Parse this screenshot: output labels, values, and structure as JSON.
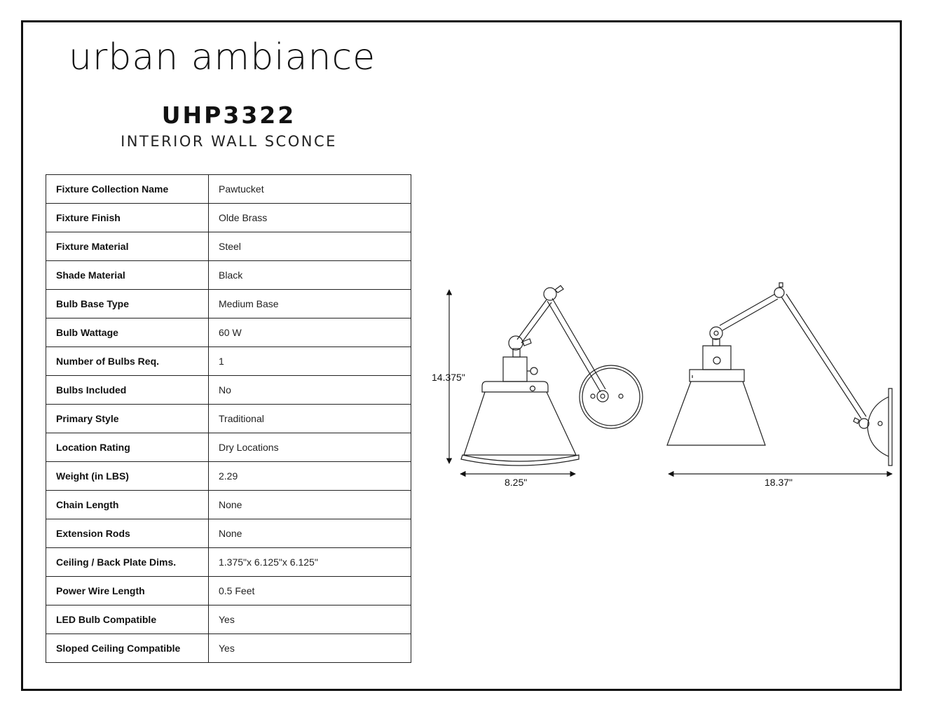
{
  "brand": "urban ambiance",
  "model": "UHP3322",
  "subtitle": "INTERIOR WALL SCONCE",
  "specs": [
    {
      "label": "Fixture Collection Name",
      "value": "Pawtucket"
    },
    {
      "label": "Fixture Finish",
      "value": "Olde Brass"
    },
    {
      "label": "Fixture Material",
      "value": "Steel"
    },
    {
      "label": "Shade Material",
      "value": "Black"
    },
    {
      "label": "Bulb Base Type",
      "value": "Medium Base"
    },
    {
      "label": "Bulb Wattage",
      "value": "60 W"
    },
    {
      "label": "Number of Bulbs Req.",
      "value": "1"
    },
    {
      "label": "Bulbs Included",
      "value": "No"
    },
    {
      "label": "Primary Style",
      "value": "Traditional"
    },
    {
      "label": "Location Rating",
      "value": "Dry Locations"
    },
    {
      "label": "Weight (in LBS)",
      "value": "2.29"
    },
    {
      "label": "Chain Length",
      "value": "None"
    },
    {
      "label": "Extension Rods",
      "value": "None"
    },
    {
      "label": "Ceiling / Back Plate Dims.",
      "value": "1.375\"x 6.125\"x 6.125\""
    },
    {
      "label": "Power Wire Length",
      "value": "0.5 Feet"
    },
    {
      "label": "LED Bulb Compatible",
      "value": "Yes"
    },
    {
      "label": "Sloped Ceiling Compatible",
      "value": "Yes"
    }
  ],
  "dimensions": {
    "height": "14.375\"",
    "front_width": "8.25\"",
    "side_depth": "18.37\""
  }
}
